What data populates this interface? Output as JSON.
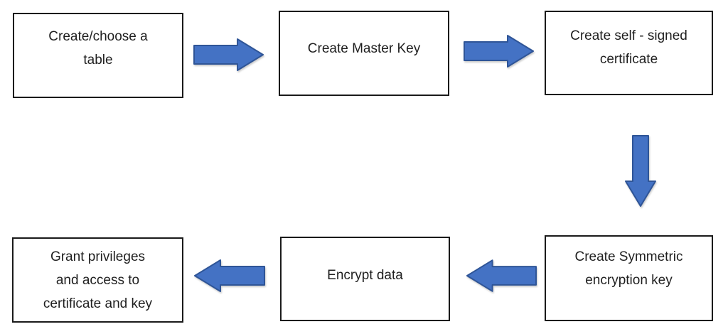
{
  "theme": {
    "canvas_bg": "#ffffff",
    "box_bg": "#ffffff",
    "box_border": "#1a1a1a",
    "text_color": "#1f1f1f",
    "arrow_fill": "#4472c4",
    "arrow_stroke": "#2f5597"
  },
  "flowchart": {
    "steps": [
      {
        "id": 1,
        "label": "Create/choose a\ntable"
      },
      {
        "id": 2,
        "label": "Create Master Key"
      },
      {
        "id": 3,
        "label": "Create self - signed\ncertificate"
      },
      {
        "id": 4,
        "label": "Create Symmetric\nencryption key"
      },
      {
        "id": 5,
        "label": "Encrypt data"
      },
      {
        "id": 6,
        "label": "Grant privileges\nand access to\ncertificate and key"
      }
    ],
    "connections": [
      {
        "from": 1,
        "to": 2,
        "direction": "right"
      },
      {
        "from": 2,
        "to": 3,
        "direction": "right"
      },
      {
        "from": 3,
        "to": 4,
        "direction": "down"
      },
      {
        "from": 4,
        "to": 5,
        "direction": "left"
      },
      {
        "from": 5,
        "to": 6,
        "direction": "left"
      }
    ]
  }
}
